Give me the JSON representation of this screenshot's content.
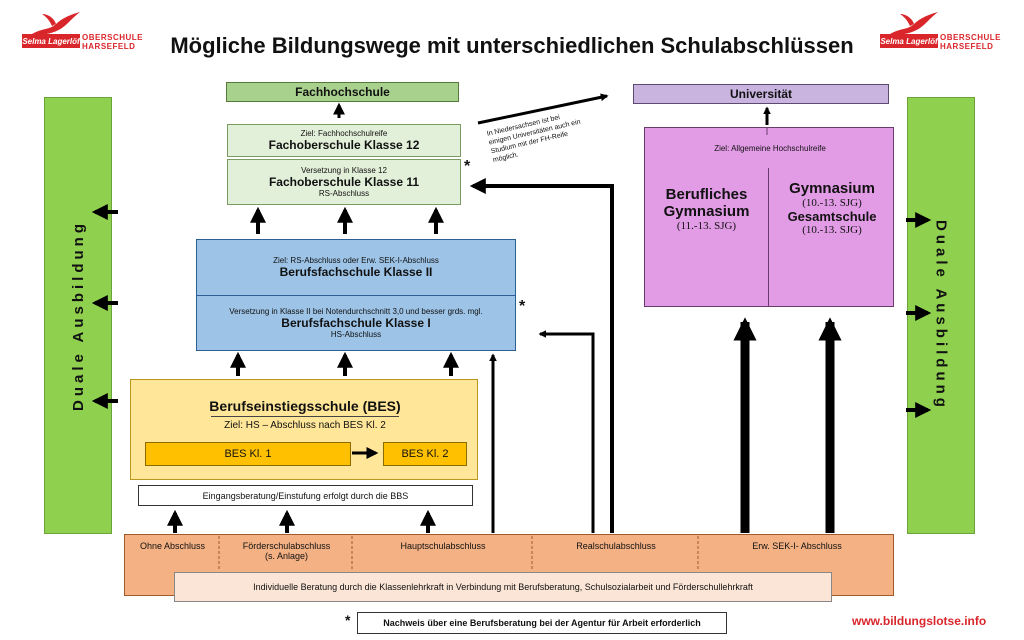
{
  "logo": {
    "brand": "Selma Lagerlöf",
    "school_line1": "OBERSCHULE",
    "school_line2": "HARSEFELD",
    "brand_color": "#d9262b"
  },
  "title": "Mögliche Bildungswege mit unterschiedlichen Schulabschlüssen",
  "duale": {
    "label": "Duale Ausbildung",
    "color": "#8fd14f"
  },
  "fachhochschule": "Fachhochschule",
  "fos12": {
    "goal": "Ziel: Fachhochschulreife",
    "name": "Fachoberschule Klasse 12"
  },
  "fos11": {
    "note": "Versetzung in Klasse 12",
    "name": "Fachoberschule Klasse 11",
    "sub": "RS-Abschluss",
    "star": "*"
  },
  "bfs2": {
    "goal": "Ziel: RS-Abschluss oder Erw. SEK-I-Abschluss",
    "name": "Berufsfachschule Klasse II"
  },
  "bfs1": {
    "note": "Versetzung in Klasse II bei Notendurchschnitt 3,0 und besser grds. mgl.",
    "name": "Berufsfachschule Klasse I",
    "sub": "HS-Abschluss",
    "star": "*"
  },
  "bes": {
    "name": "Berufseinstiegsschule (BES)",
    "goal": "Ziel: HS – Abschluss nach BES Kl. 2",
    "kl1": "BES Kl. 1",
    "kl2": "BES Kl. 2"
  },
  "eingang": "Eingangsberatung/Einstufung erfolgt durch die BBS",
  "universitaet": "Universität",
  "niedersachsen_note": {
    "line1": "In Niedersachsen ist bei",
    "line2": "einigen Universitäten auch ein",
    "line3": "Studium mit der FH-Reife",
    "line4": "möglich."
  },
  "gym_block": {
    "goal": "Ziel: Allgemeine Hochschulreife",
    "bg_name1": "Berufliches",
    "bg_name2": "Gymnasium",
    "bg_years": "(11.-13. SJG)",
    "gym_name": "Gymnasium",
    "gym_years": "(10.-13. SJG)",
    "ges_name": "Gesamtschule",
    "ges_years": "(10.-13. SJG)"
  },
  "abschluesse": {
    "ohne": "Ohne Abschluss",
    "foerder1": "Förderschulabschluss",
    "foerder2": "(s. Anlage)",
    "haupt": "Hauptschulabschluss",
    "real": "Realschulabschluss",
    "erw": "Erw. SEK-I- Abschluss"
  },
  "beratung": "Individuelle Beratung durch die Klassenlehrkraft in Verbindung mit Berufsberatung, Schulsozialarbeit und Förderschullehrkraft",
  "footnote": {
    "star": "*",
    "text": "Nachweis über eine Berufsberatung bei der Agentur für Arbeit erforderlich"
  },
  "url": "www.bildungslotse.info"
}
